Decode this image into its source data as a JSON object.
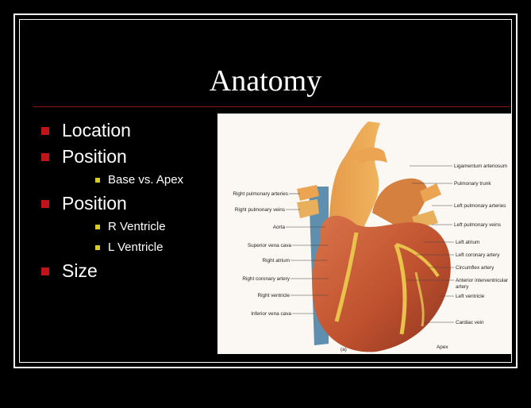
{
  "slide": {
    "title": "Anatomy",
    "bullets": [
      {
        "text": "Location",
        "level": 1
      },
      {
        "text": "Position",
        "level": 1
      },
      {
        "text": "Base vs. Apex",
        "level": 2
      },
      {
        "text": "Position",
        "level": 1
      },
      {
        "text": "R Ventricle",
        "level": 2
      },
      {
        "text": "L Ventricle",
        "level": 2
      },
      {
        "text": "Size",
        "level": 1
      }
    ]
  },
  "heart_diagram": {
    "left_labels": [
      "Right pulmonary arteries",
      "Right pulmonary veins",
      "Aorta",
      "Superior vena cava",
      "Right atrium",
      "Right coronary artery",
      "Right ventricle",
      "Inferior vena cava"
    ],
    "right_labels": [
      "Ligamentum arteriosum",
      "Pulmonary trunk",
      "Left pulmonary arteries",
      "Left pulmonary veins",
      "Left atrium",
      "Left coronary artery",
      "Circumflex artery",
      "Anterior interventricular",
      "artery",
      "Left ventricle",
      "Cardiac vein"
    ],
    "bottom_labels": [
      "(a)",
      "Apex"
    ]
  }
}
